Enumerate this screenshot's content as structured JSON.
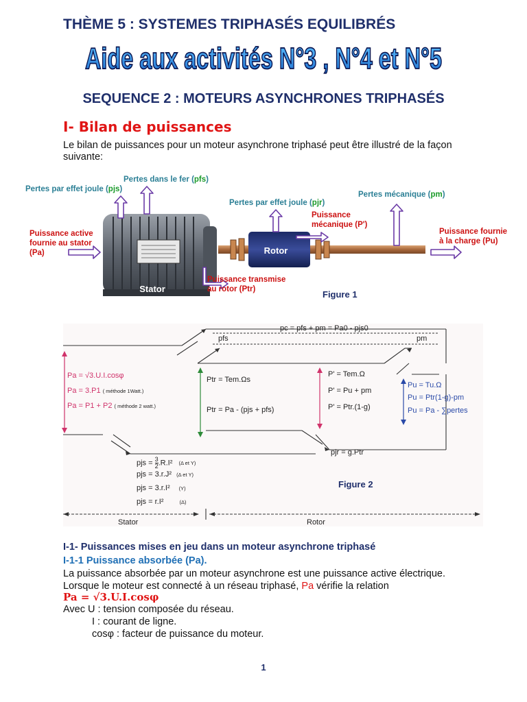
{
  "header": {
    "theme": "THÈME 5 : SYSTEMES TRIPHASÉS EQUILIBRÉS",
    "banner": "Aide aux activités N°3 , N°4 et N°5",
    "sequence": "SEQUENCE 2 : MOTEURS ASYNCHRONES TRIPHASÉS"
  },
  "section": {
    "heading": "I- Bilan de puissances",
    "intro": "Le bilan de puissances pour un moteur asynchrone triphasé peut être illustré de la façon suivante:"
  },
  "figure1": {
    "caption": "Figure 1",
    "stator": "Stator",
    "rotor": "Rotor",
    "pjs": {
      "text": "Pertes par effet  joule (",
      "abbr": "pjs",
      "close": ")"
    },
    "pfs": {
      "text": "Pertes dans le fer (",
      "abbr": "pfs",
      "close": ")"
    },
    "pjr": {
      "text": "Pertes par effet joule (",
      "abbr": "pjr",
      "close": ")"
    },
    "pm": {
      "text": "Pertes mécanique (",
      "abbr": "pm",
      "close": ")"
    },
    "pa": [
      "Puissance active",
      "fournie au stator",
      "(Pa)"
    ],
    "ptr": [
      "Puissance transmise",
      "au rotor (Ptr)"
    ],
    "pmech": [
      "Puissance",
      "mécanique (P')"
    ],
    "pu": [
      "Puissance fournie",
      "à la charge (Pu)"
    ]
  },
  "figure2": {
    "caption": "Figure 2",
    "pc_line": "pc  = pfs + pm = Pa0 - pjs0",
    "pfs": "pfs",
    "pm": "pm",
    "pa_formulas": [
      "Pa = √3.U.I.cosφ",
      "Pa = 3.P1",
      "Pa = P1 + P2"
    ],
    "pa_notes": [
      "( méthode 1Watt.)",
      "( méthode 2 watt.)"
    ],
    "ptr_formulas": [
      "Ptr = Tem.Ωs",
      "Ptr = Pa - (pjs + pfs)"
    ],
    "pprime_formulas": [
      "P' = Tem.Ω",
      "P' = Pu + pm",
      "P' = Ptr.(1-g)"
    ],
    "pu_formulas": [
      "Pu = Tu.Ω",
      "Pu = Ptr(1-g)-pm",
      "Pu = Pa - ∑pertes"
    ],
    "pjr": "pjr = g.Ptr",
    "pjs_formulas": [
      "pjs = ",
      "pjs = 3.r.J²",
      "pjs = 3.r.I²",
      "pjs = r.I²"
    ],
    "pjs_frac": {
      "num": "3",
      "den": "2",
      "tail": ".R.I²"
    },
    "pjs_notes": [
      "(Δ et Y)",
      "(Δ et Y)",
      "(Y)",
      "(Δ)"
    ],
    "stator": "Stator",
    "rotor": "Rotor"
  },
  "subsection": {
    "title": "I-1- Puissances mises en jeu dans un moteur asynchrone triphasé",
    "subtitle": "I-1-1 Puissance absorbée (Pa).",
    "para_a": " La puissance absorbée par un moteur asynchrone est une puissance active électrique. Lorsque le moteur est connecté à un réseau triphasé, ",
    "para_pa": "Pa",
    "para_b": " vérifie la relation",
    "formula": "Pa = √3.U.I.cosφ",
    "defs": [
      "Avec  U : tension composée du réseau.",
      "I : courant de ligne.",
      "cosφ : facteur de puissance du moteur."
    ]
  },
  "page_number": "1",
  "colors": {
    "navy": "#1f2f6b",
    "red": "#e01515",
    "teal": "#2b7f95",
    "green": "#1a9a2a",
    "purple": "#6a3aa6",
    "pink": "#d0336b"
  }
}
